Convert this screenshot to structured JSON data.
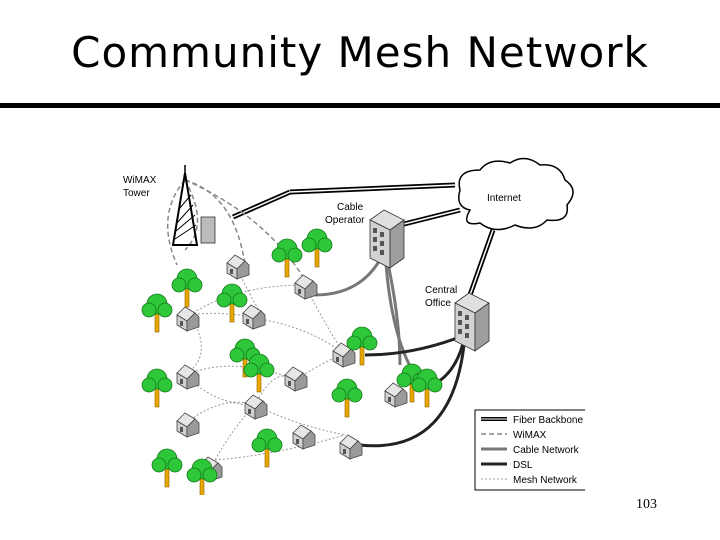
{
  "slide": {
    "title": "Community Mesh Network",
    "page_number": "103"
  },
  "diagram": {
    "labels": {
      "wimax_tower_line1": "WiMAX",
      "wimax_tower_line2": "Tower",
      "cable_operator_line1": "Cable",
      "cable_operator_line2": "Operator",
      "internet": "Internet",
      "central_office_line1": "Central",
      "central_office_line2": "Office"
    },
    "legend": [
      {
        "label": "Fiber Backbone",
        "style": "fiber"
      },
      {
        "label": "WiMAX",
        "style": "wimax"
      },
      {
        "label": "Cable Network",
        "style": "cable"
      },
      {
        "label": "DSL",
        "style": "dsl"
      },
      {
        "label": "Mesh Network",
        "style": "mesh"
      }
    ],
    "colors": {
      "tree_green": "#2ec73a",
      "trunk": "#e8a800",
      "house": "#cfcfcf",
      "building": "#bdbdbd"
    }
  }
}
